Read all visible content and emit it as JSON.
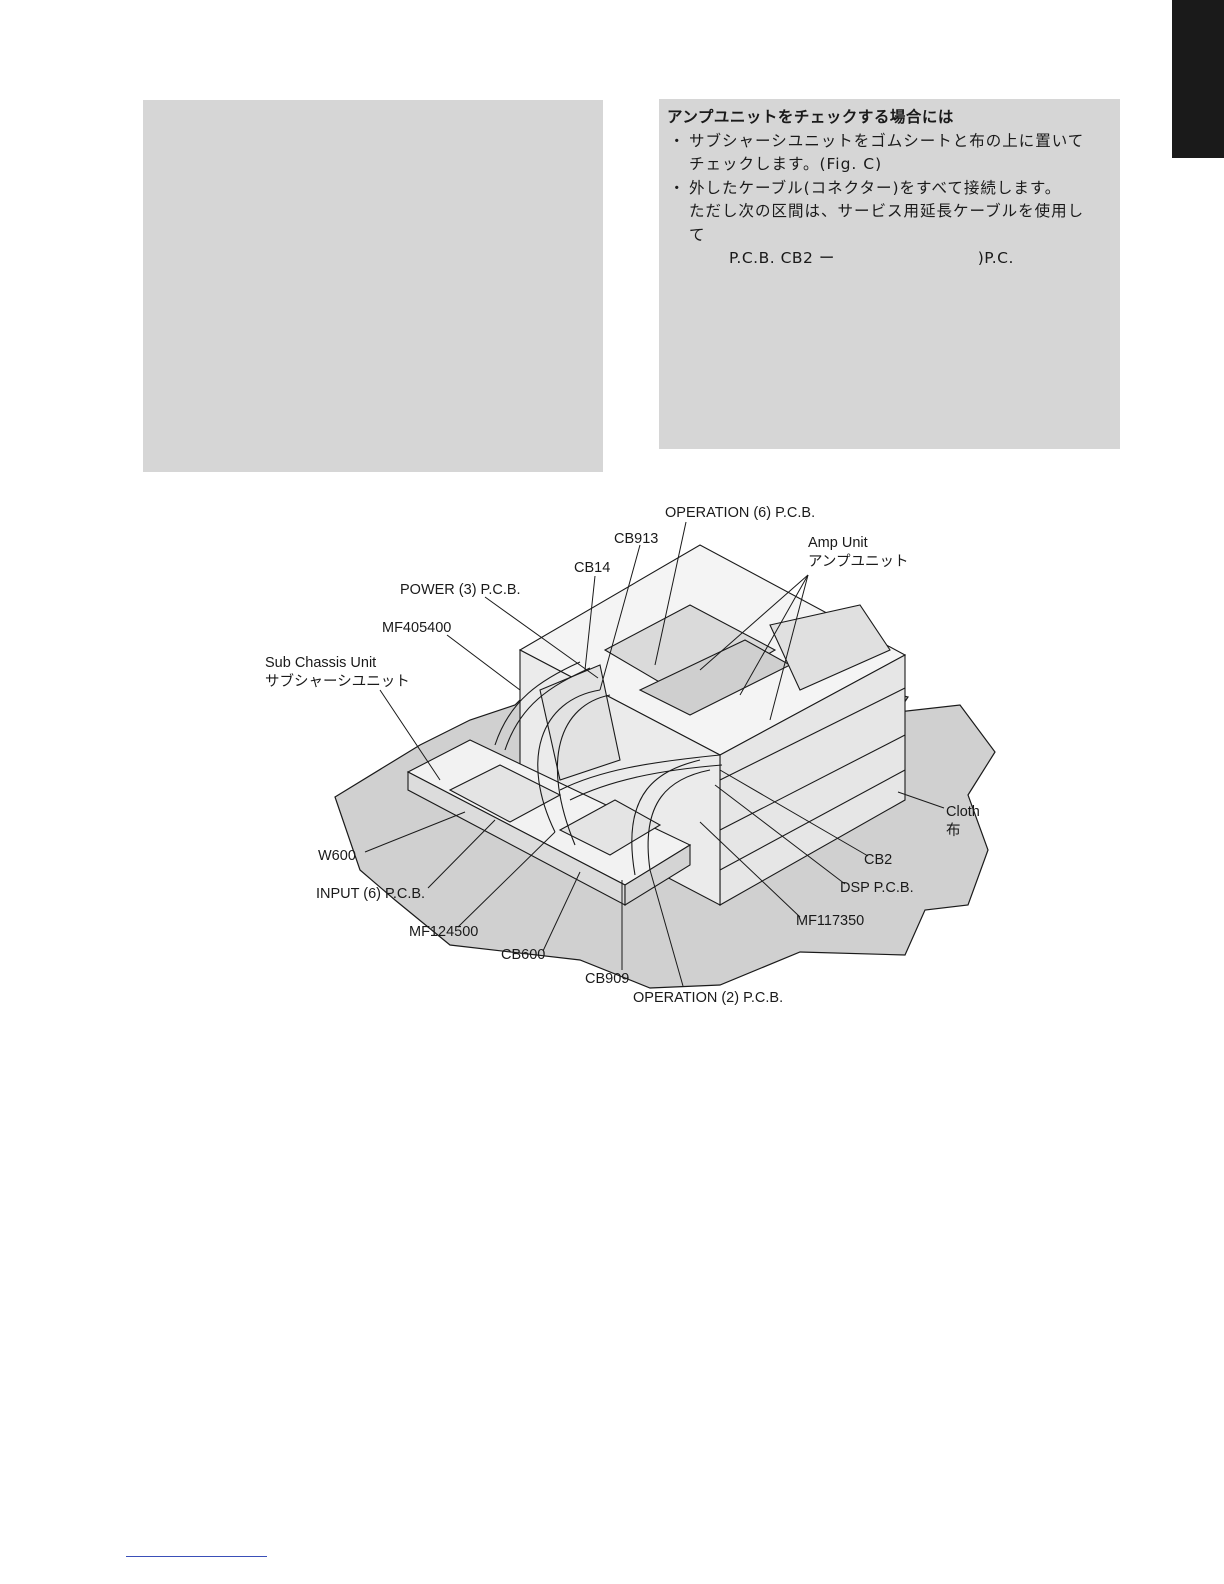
{
  "notice": {
    "heading": "アンプユニットをチェックする場合には",
    "bullet_mark": "・",
    "bullet1_line1": "サブシャーシユニットをゴムシートと布の上に置いて",
    "bullet1_line2": "チェックします。(Fig. C)",
    "bullet2_line1": "外したケーブル(コネクター)をすべて接続します。",
    "bullet2_line2": "ただし次の区間は、サービス用延長ケーブルを使用し",
    "bullet2_line3": "て",
    "connection_a": "P.C.B. CB2 ー",
    "connection_b": ")P.C."
  },
  "figure": {
    "labels": {
      "operation6": "OPERATION (6) P.C.B.",
      "cb913": "CB913",
      "amp_unit_en": "Amp Unit",
      "amp_unit_jp": "アンプユニット",
      "cb14": "CB14",
      "power3": "POWER (3) P.C.B.",
      "mf405400": "MF405400",
      "sub_chassis_en": "Sub Chassis Unit",
      "sub_chassis_jp": "サブシャーシユニット",
      "cloth_en": "Cloth",
      "cloth_jp": "布",
      "w600": "W600",
      "cb2": "CB2",
      "input6": "INPUT (6) P.C.B.",
      "dsp": "DSP P.C.B.",
      "mf117350": "MF117350",
      "mf124500": "MF124500",
      "cb600": "CB600",
      "cb909": "CB909",
      "operation2": "OPERATION (2) P.C.B."
    }
  }
}
